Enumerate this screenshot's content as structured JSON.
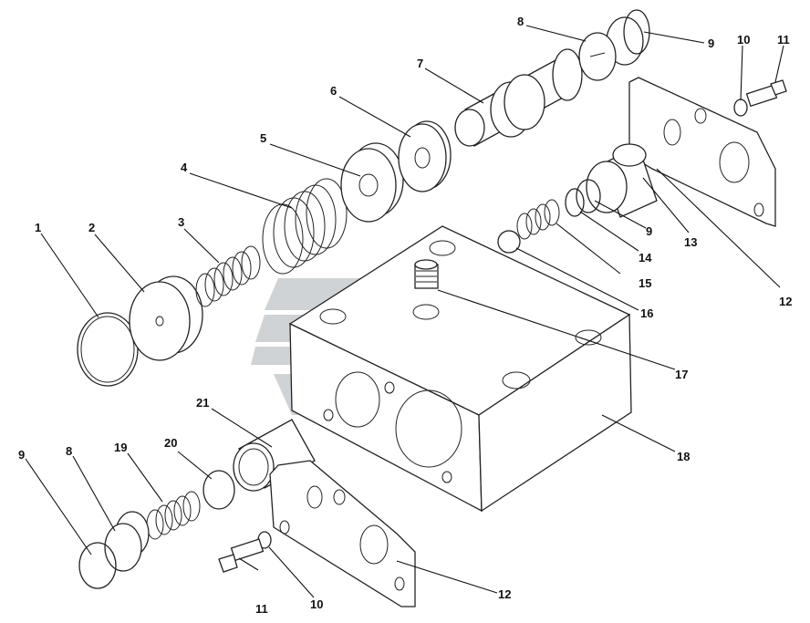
{
  "labels": {
    "l1": "1",
    "l2": "2",
    "l3": "3",
    "l4": "4",
    "l5": "5",
    "l6": "6",
    "l7": "7",
    "l8_top": "8",
    "l9_top": "9",
    "l10_top": "10",
    "l11_top": "11",
    "l9_mid": "9",
    "l12_top": "12",
    "l13": "13",
    "l14": "14",
    "l15": "15",
    "l16": "16",
    "l17": "17",
    "l18": "18",
    "l21": "21",
    "l9_bot": "9",
    "l8_bot": "8",
    "l19": "19",
    "l20": "20",
    "l11_bot": "11",
    "l10_bot": "10",
    "l12_bot": "12"
  },
  "colors": {
    "watermark": "#cfd3d5",
    "line": "#222222"
  }
}
